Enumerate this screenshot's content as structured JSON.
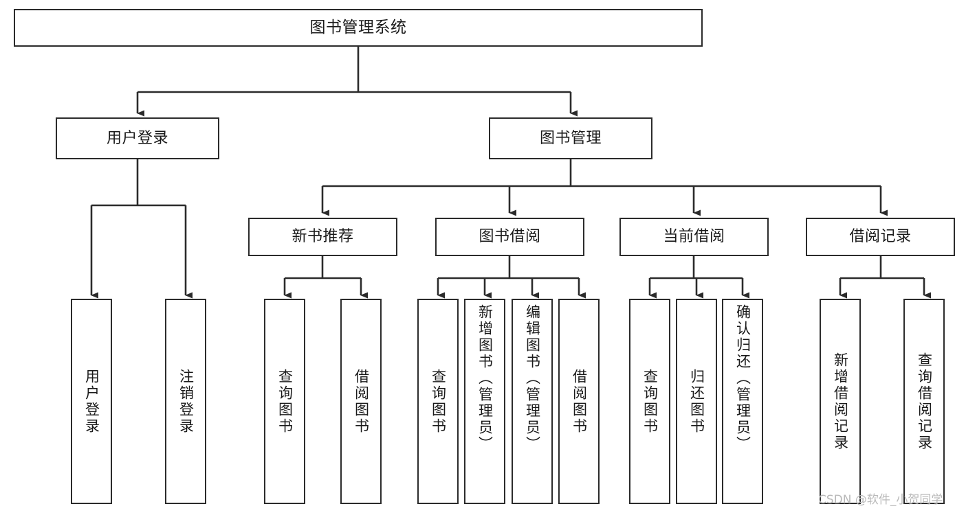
{
  "diagram": {
    "type": "tree",
    "title": "图书管理系统",
    "watermark": "CSDN @软件_小贺同学",
    "colors": {
      "background": "#ffffff",
      "stroke": "#2b2b2b",
      "text": "#1a1a1a",
      "watermark": "#b9b9b9"
    },
    "nodes": {
      "root": {
        "label": "图书管理系统"
      },
      "level1": [
        {
          "id": "user-login",
          "label": "用户登录"
        },
        {
          "id": "book-manage",
          "label": "图书管理"
        }
      ],
      "level2": [
        {
          "id": "new-book-recommend",
          "label": "新书推荐"
        },
        {
          "id": "book-borrow",
          "label": "图书借阅"
        },
        {
          "id": "current-borrow",
          "label": "当前借阅"
        },
        {
          "id": "borrow-record",
          "label": "借阅记录"
        }
      ],
      "leaves": {
        "user_login": [
          {
            "id": "leaf-user-login",
            "label": "用户登录"
          },
          {
            "id": "leaf-logout-login",
            "label": "注销登录"
          }
        ],
        "new_book_recommend": [
          {
            "id": "leaf-query-book-1",
            "label": "查询图书"
          },
          {
            "id": "leaf-borrow-book-1",
            "label": "借阅图书"
          }
        ],
        "book_borrow": [
          {
            "id": "leaf-query-book-2",
            "label": "查询图书"
          },
          {
            "id": "leaf-add-book",
            "label": "新增图书（管理员）"
          },
          {
            "id": "leaf-edit-book",
            "label": "编辑图书（管理员）"
          },
          {
            "id": "leaf-borrow-book-2",
            "label": "借阅图书"
          }
        ],
        "current_borrow": [
          {
            "id": "leaf-query-book-3",
            "label": "查询图书"
          },
          {
            "id": "leaf-return-book",
            "label": "归还图书"
          },
          {
            "id": "leaf-confirm-return",
            "label": "确认归还（管理员）"
          }
        ],
        "borrow_record": [
          {
            "id": "leaf-add-record",
            "label": "新增借阅记录"
          },
          {
            "id": "leaf-query-record",
            "label": "查询借阅记录"
          }
        ]
      }
    },
    "edges": [
      {
        "from": "图书管理系统",
        "to": "用户登录"
      },
      {
        "from": "图书管理系统",
        "to": "图书管理"
      },
      {
        "from": "用户登录",
        "to": "用户登录"
      },
      {
        "from": "用户登录",
        "to": "注销登录"
      },
      {
        "from": "图书管理",
        "to": "新书推荐"
      },
      {
        "from": "图书管理",
        "to": "图书借阅"
      },
      {
        "from": "图书管理",
        "to": "当前借阅"
      },
      {
        "from": "图书管理",
        "to": "借阅记录"
      },
      {
        "from": "新书推荐",
        "to": "查询图书"
      },
      {
        "from": "新书推荐",
        "to": "借阅图书"
      },
      {
        "from": "图书借阅",
        "to": "查询图书"
      },
      {
        "from": "图书借阅",
        "to": "新增图书（管理员）"
      },
      {
        "from": "图书借阅",
        "to": "编辑图书（管理员）"
      },
      {
        "from": "图书借阅",
        "to": "借阅图书"
      },
      {
        "from": "当前借阅",
        "to": "查询图书"
      },
      {
        "from": "当前借阅",
        "to": "归还图书"
      },
      {
        "from": "当前借阅",
        "to": "确认归还（管理员）"
      },
      {
        "from": "借阅记录",
        "to": "新增借阅记录"
      },
      {
        "from": "借阅记录",
        "to": "查询借阅记录"
      }
    ]
  }
}
